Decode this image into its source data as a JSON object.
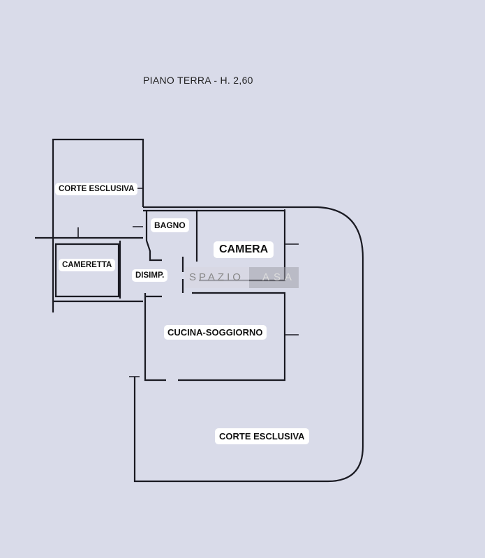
{
  "title": "PIANO TERRA - H. 2,60",
  "rooms": {
    "corte_top": "CORTE ESCLUSIVA",
    "bagno": "BAGNO",
    "camera": "CAMERA",
    "cameretta": "CAMERETTA",
    "disimp": "DISIMP.",
    "cucina": "CUCINA-SOGGIORNO",
    "corte_bottom": "CORTE ESCLUSIVA"
  },
  "watermark": {
    "left": "SPAZIO",
    "right": "ASA"
  }
}
